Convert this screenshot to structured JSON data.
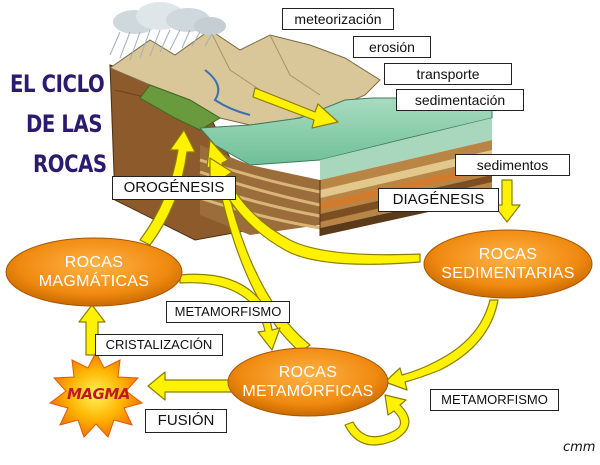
{
  "title": {
    "line1": "EL CICLO",
    "line2": "DE LAS",
    "line3": "ROCAS"
  },
  "process_labels": {
    "meteorizacion": "meteorización",
    "erosion": "erosión",
    "transporte": "transporte",
    "sedimentacion": "sedimentación",
    "sedimentos": "sedimentos",
    "diagenesis": "DIAGÉNESIS",
    "orogenesis": "OROGÉNESIS",
    "metamorfismo_left": "METAMORFISMO",
    "metamorfismo_right": "METAMORFISMO",
    "cristalizacion": "CRISTALIZACIÓN",
    "fusion": "FUSIÓN"
  },
  "nodes": {
    "magmaticas": {
      "line1": "ROCAS",
      "line2": "MAGMÁTICAS"
    },
    "sedimentarias": {
      "line1": "ROCAS",
      "line2": "SEDIMENTARIAS"
    },
    "metamorficas": {
      "line1": "ROCAS",
      "line2": "METAMÓRFICAS"
    },
    "magma": "MAGMA"
  },
  "signature": "cmm",
  "colors": {
    "node_fill": "#f08a10",
    "arrow_fill": "#fff200",
    "arrow_stroke": "#8a7d00",
    "title_color": "#2b1a6e",
    "magma_text": "#c0181e",
    "water": "#8fd0b0",
    "cloud": "#cfd8dc"
  }
}
